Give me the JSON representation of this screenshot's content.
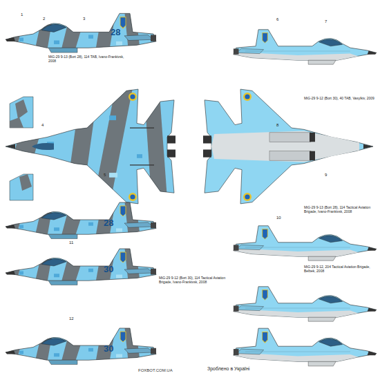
{
  "diagram": {
    "labels": [
      "28",
      "MiG-29 9-13 (Bort 28), 114 TAB, Ivano-Frankivsk, 2008",
      "MiG-29 9-12 (Bort 30), 40 TAB, Vasylkiv, 2009",
      "28",
      "30",
      "MiG-29 9-12 (Bort 30), 114 Tactical Aviation Brigade, Ivano-Frankivsk, 2008",
      "30",
      "MiG-29 9-13 (Bort 28), 114 Tactical Aviation Brigade, Ivano-Frankivsk, 2008",
      "MiG-29 9-12, 204 Tactical Aviation Brigade, Belbek, 2008",
      "FOXBOT.COM.UA",
      "Зроблено в Україні",
      "1",
      "2",
      "3",
      "4",
      "5",
      "6",
      "7",
      "8",
      "9",
      "10",
      "11",
      "12"
    ]
  }
}
